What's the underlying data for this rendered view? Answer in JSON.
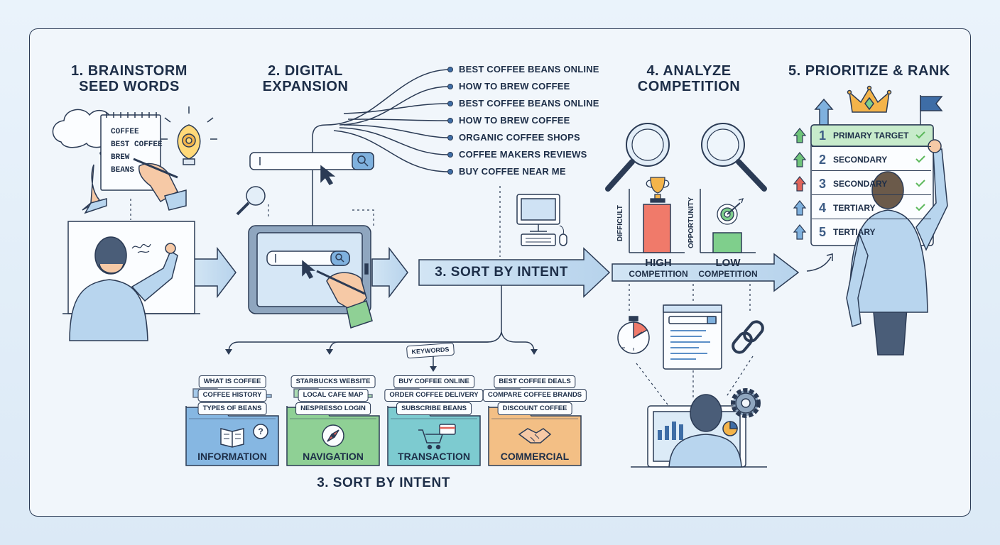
{
  "steps": {
    "brainstorm": {
      "line1": "1. BRAINSTORM",
      "line2": "SEED WORDS"
    },
    "expansion": {
      "line1": "2. DIGITAL",
      "line2": "EXPANSION"
    },
    "sort_banner": "3. SORT BY INTENT",
    "analyze": {
      "line1": "4. ANALYZE",
      "line2": "COMPETITION"
    },
    "prioritize": "5. PRIORITIZE & RANK",
    "sort_bottom": "3. SORT BY INTENT"
  },
  "notepad": {
    "words": [
      "COFFEE",
      "BEST COFFEE",
      "BREW",
      "BEANS"
    ]
  },
  "expanded_keywords": [
    "BEST COFFEE BEANS ONLINE",
    "HOW TO BREW COFFEE",
    "BEST COFFEE BEANS ONLINE",
    "HOW TO BREW COFFEE",
    "ORGANIC COFFEE SHOPS",
    "COFFEE MAKERS REVIEWS",
    "BUY COFFEE NEAR ME"
  ],
  "keywords_tag": "KEYWORDS",
  "intent_folders": [
    {
      "label": "INFORMATION",
      "tags": [
        "WHAT IS COFFEE",
        "COFFEE HISTORY",
        "TYPES OF BEANS"
      ],
      "color": "#86b7e2",
      "icon": "book-icon"
    },
    {
      "label": "NAVIGATION",
      "tags": [
        "STARBUCKS WEBSITE",
        "LOCAL CAFE MAP",
        "NESPRESSO LOGIN"
      ],
      "color": "#8fd095",
      "icon": "compass-icon"
    },
    {
      "label": "TRANSACTION",
      "tags": [
        "BUY COFFEE ONLINE",
        "ORDER COFFEE DELIVERY",
        "SUBSCRIBE BEANS"
      ],
      "color": "#7dcbd0",
      "icon": "cart-icon"
    },
    {
      "label": "COMMERCIAL",
      "tags": [
        "BEST COFFEE DEALS",
        "COMPARE COFFEE BRANDS",
        "DISCOUNT COFFEE"
      ],
      "color": "#f3bf85",
      "icon": "handshake-icon"
    }
  ],
  "competition": {
    "difficult_axis": "DIFFICULT",
    "opportunity_axis": "OPPORTUNITY",
    "high": {
      "line1": "HIGH",
      "line2": "COMPETITION"
    },
    "low": {
      "line1": "LOW",
      "line2": "COMPETITION"
    }
  },
  "rank_list": [
    {
      "num": "1",
      "label": "PRIMARY TARGET",
      "arrow": "green"
    },
    {
      "num": "2",
      "label": "SECONDARY",
      "arrow": "green"
    },
    {
      "num": "3",
      "label": "SECONDARY",
      "arrow": "red"
    },
    {
      "num": "4",
      "label": "TERTIARY",
      "arrow": "blue"
    },
    {
      "num": "5",
      "label": "TERTIARY",
      "arrow": "blue"
    }
  ],
  "colors": {
    "outline": "#2b3b55",
    "arrow_fill": "#bcd7ee",
    "high_bar": "#f07a6a",
    "low_bar": "#7fcf8c",
    "accent_blue": "#5b8fc7",
    "green": "#5cb85c",
    "red": "#e0645a"
  }
}
